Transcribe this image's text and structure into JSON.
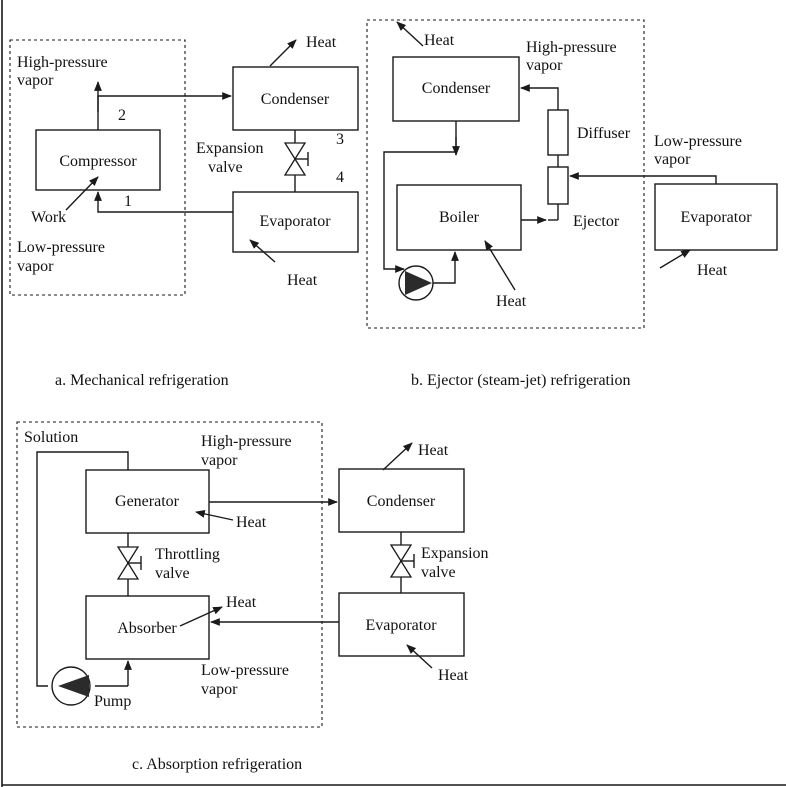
{
  "panel_a": {
    "caption": "a. Mechanical refrigeration",
    "compressor": "Compressor",
    "condenser": "Condenser",
    "evaporator": "Evaporator",
    "heat_top": "Heat",
    "heat_bottom": "Heat",
    "high_pressure_1": "High-pressure",
    "high_pressure_2": "vapor",
    "low_pressure_1": "Low-pressure",
    "low_pressure_2": "vapor",
    "expansion_1": "Expansion",
    "expansion_2": "valve",
    "work": "Work",
    "state_1": "1",
    "state_2": "2",
    "state_3": "3",
    "state_4": "4"
  },
  "panel_b": {
    "caption": "b. Ejector (steam-jet) refrigeration",
    "condenser": "Condenser",
    "boiler": "Boiler",
    "evaporator": "Evaporator",
    "diffuser": "Diffuser",
    "ejector": "Ejector",
    "heat_condenser": "Heat",
    "heat_boiler": "Heat",
    "heat_evaporator": "Heat",
    "high_pressure_1": "High-pressure",
    "high_pressure_2": "vapor",
    "low_pressure_1": "Low-pressure",
    "low_pressure_2": "vapor"
  },
  "panel_c": {
    "caption": "c. Absorption refrigeration",
    "generator": "Generator",
    "absorber": "Absorber",
    "condenser": "Condenser",
    "evaporator": "Evaporator",
    "solution": "Solution",
    "pump": "Pump",
    "heat_generator": "Heat",
    "heat_absorber": "Heat",
    "heat_condenser": "Heat",
    "heat_evaporator": "Heat",
    "high_pressure_1": "High-pressure",
    "high_pressure_2": "vapor",
    "low_pressure_1": "Low-pressure",
    "low_pressure_2": "vapor",
    "throttling_1": "Throttling",
    "throttling_2": "valve",
    "expansion_1": "Expansion",
    "expansion_2": "valve"
  }
}
